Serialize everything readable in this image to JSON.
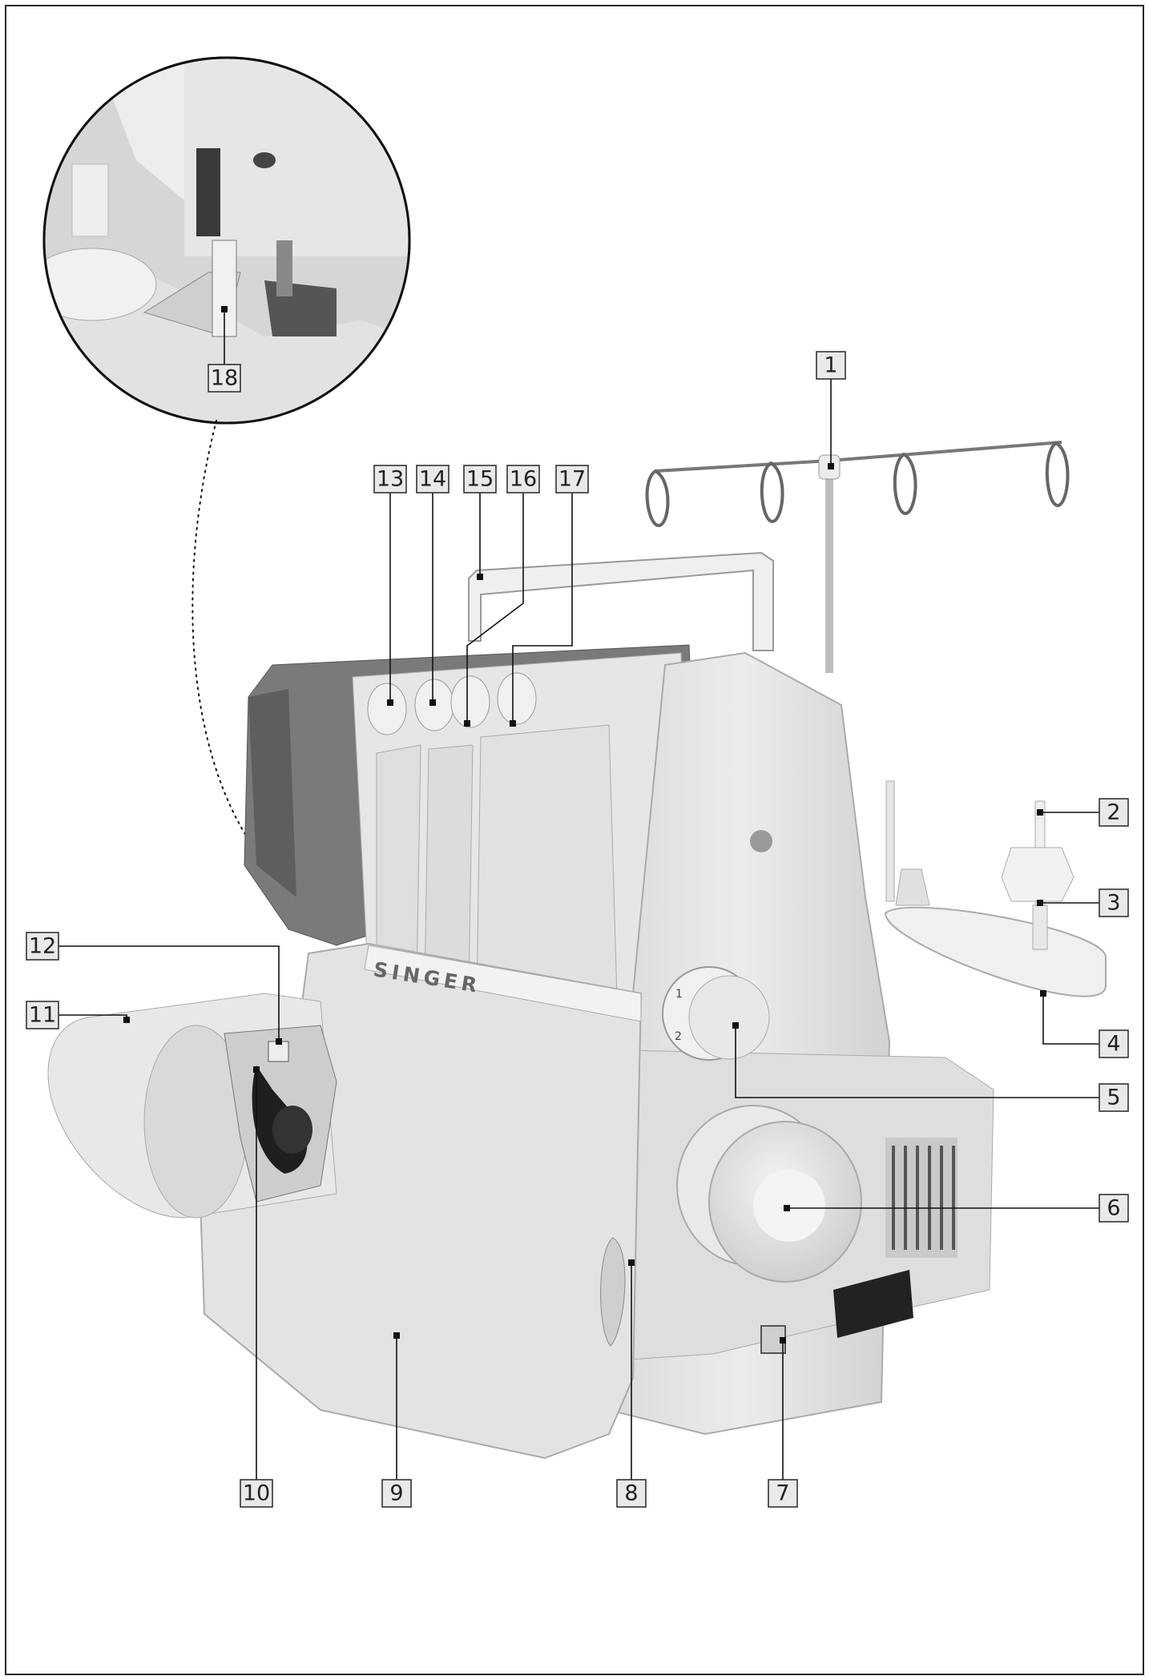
{
  "figure": {
    "brand": "SINGER",
    "dial_marks": [
      "1",
      "2"
    ]
  },
  "callouts": [
    {
      "n": "1",
      "part": "thread-guide"
    },
    {
      "n": "2",
      "part": "spool-pin"
    },
    {
      "n": "3",
      "part": "spool-holder"
    },
    {
      "n": "4",
      "part": "spool-stand"
    },
    {
      "n": "5",
      "part": "stitch-length-dial"
    },
    {
      "n": "6",
      "part": "handwheel"
    },
    {
      "n": "7",
      "part": "power-switch"
    },
    {
      "n": "8",
      "part": "differential-feed-lever"
    },
    {
      "n": "9",
      "part": "front-cover"
    },
    {
      "n": "10",
      "part": "presser-foot"
    },
    {
      "n": "11",
      "part": "free-arm"
    },
    {
      "n": "12",
      "part": "needle-plate"
    },
    {
      "n": "13",
      "part": "tension-dial"
    },
    {
      "n": "14",
      "part": "tension-dial"
    },
    {
      "n": "15",
      "part": "carrying-handle"
    },
    {
      "n": "16",
      "part": "tension-dial"
    },
    {
      "n": "17",
      "part": "tension-dial"
    },
    {
      "n": "18",
      "part": "upper-knife-lever"
    }
  ],
  "colors": {
    "frame": "#2a2a2a",
    "machine_body": "#e4e4e4",
    "machine_shadow": "#bdbdbd",
    "dark_panel": "#6f6f6f",
    "label_fill": "#e9e9e9"
  }
}
